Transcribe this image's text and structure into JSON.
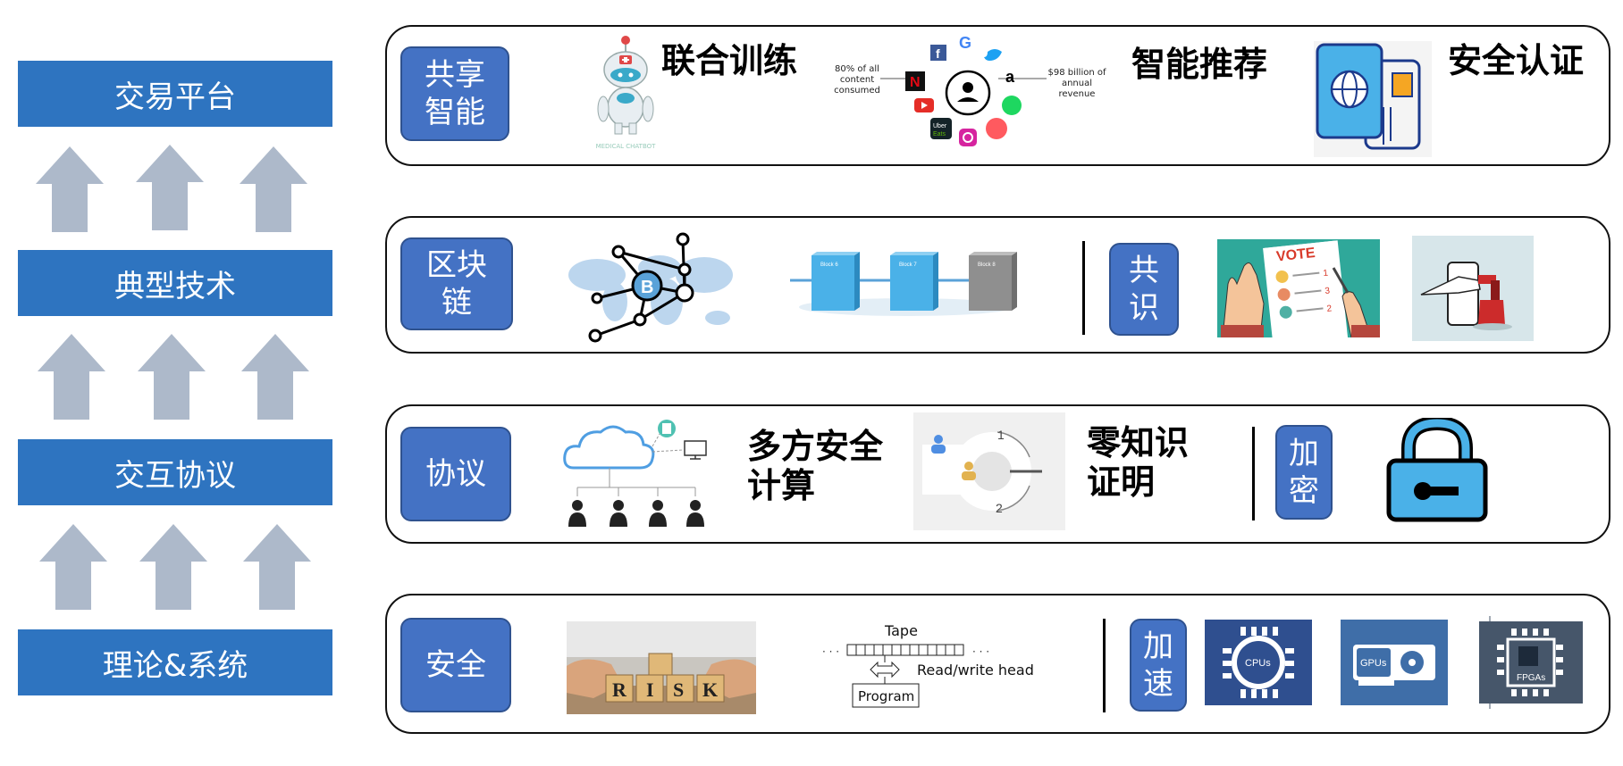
{
  "stack": {
    "top": "交易平台",
    "second": "典型技术",
    "third": "交互协议",
    "bottom": "理论&系统"
  },
  "rows": [
    {
      "tag": "共享\n智能",
      "tag_lines": [
        "共享",
        "智能"
      ],
      "labels": [
        "联合训练",
        "智能推荐",
        "安全认证"
      ],
      "robot_caption": "MEDICAL CHATBOT",
      "rec_left": [
        "80% of all",
        "content",
        "consumed"
      ],
      "rec_right": [
        "$98 billion of",
        "annual revenue"
      ]
    },
    {
      "tag_lines": [
        "区块",
        "链"
      ],
      "consensus_lines": [
        "共",
        "识"
      ],
      "blocks": [
        {
          "title": "Block 6"
        },
        {
          "title": "Block 7"
        },
        {
          "title": "Block 8"
        }
      ],
      "vote_text": "VOTE"
    },
    {
      "tag": "协议",
      "mpc_lines": [
        "多方安全",
        "计算"
      ],
      "zk_lines": [
        "零知识",
        "证明"
      ],
      "zk_steps": [
        "1",
        "2"
      ],
      "encrypt_lines": [
        "加",
        "密"
      ]
    },
    {
      "tag": "安全",
      "risk_letters": [
        "R",
        "I",
        "S",
        "K"
      ],
      "tape_label": "Tape",
      "head_label": "Read/write head",
      "program_label": "Program",
      "accel_lines": [
        "加",
        "速"
      ],
      "chips": [
        "CPUs",
        "GPUs",
        "FPGAs"
      ]
    }
  ],
  "colors": {
    "stack_blue": "#2e74c0",
    "tag_blue": "#4472c4",
    "arrow_gray": "#adb9ca",
    "chip_dark": "#2f4f8f",
    "chip_mid": "#3f6ea8"
  }
}
